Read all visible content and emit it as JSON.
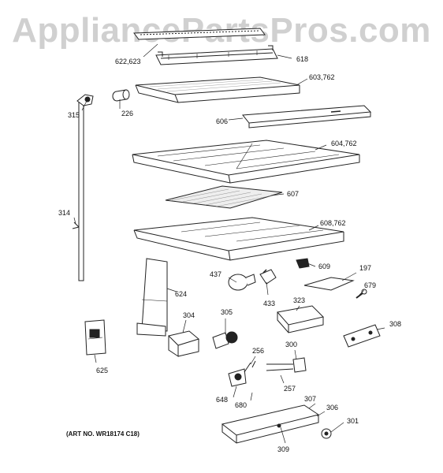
{
  "watermark": "AppliancePartsPros.com",
  "art_number": "(ART NO. WR18174 C18)",
  "callouts": {
    "c622": "622,623",
    "c618": "618",
    "c603": "603,762",
    "c315": "315",
    "c226": "226",
    "c606": "606",
    "c604": "604,762",
    "c607": "607",
    "c314": "314",
    "c608": "608,762",
    "c609": "609",
    "c197": "197",
    "c437": "437",
    "c624": "624",
    "c433": "433",
    "c679": "679",
    "c323": "323",
    "c305": "305",
    "c304": "304",
    "c308": "308",
    "c625": "625",
    "c256": "256",
    "c300": "300",
    "c257": "257",
    "c648": "648",
    "c680": "680",
    "c307": "307",
    "c306": "306",
    "c301": "301",
    "c309": "309"
  }
}
